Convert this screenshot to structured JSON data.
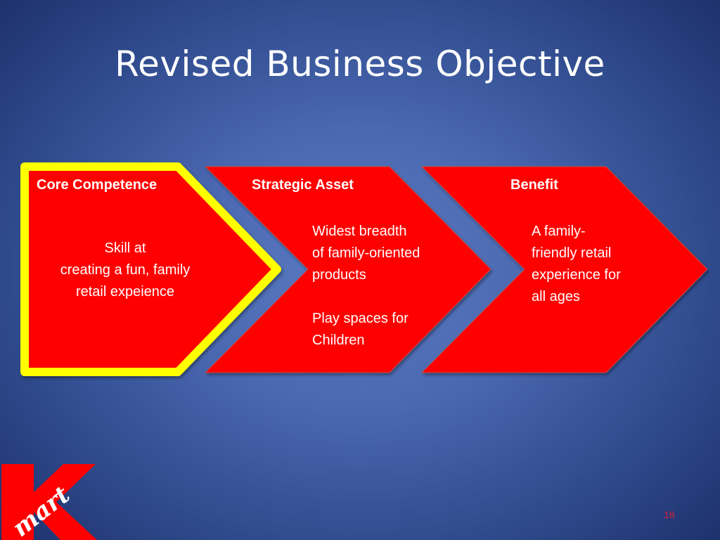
{
  "slide": {
    "title": "Revised Business Objective",
    "page_number": "18",
    "colors": {
      "background_center": "#5a7bc2",
      "background_edge": "#1c2f6a",
      "shape_fill": "#ff0000",
      "highlight_border": "#ffff00",
      "text": "#ffffff",
      "page_number": "#d4213b"
    }
  },
  "steps": [
    {
      "heading": "Core Competence",
      "body": "Skill at\ncreating a fun, family\nretail expeience",
      "highlighted": true
    },
    {
      "heading": "Strategic Asset",
      "body": "Widest breadth\nof family-oriented\nproducts\n\nPlay spaces for\nChildren",
      "highlighted": false
    },
    {
      "heading": "Benefit",
      "body": "A family-\nfriendly retail\nexperience for\nall ages",
      "highlighted": false
    }
  ],
  "logo": {
    "name": "Kmart",
    "letter": "K",
    "script_text": "mart"
  }
}
